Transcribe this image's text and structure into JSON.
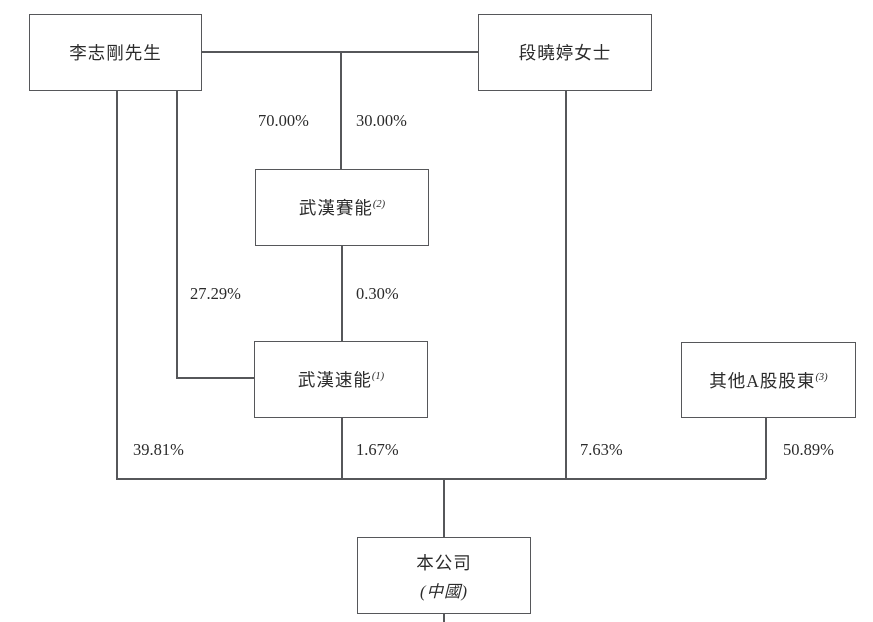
{
  "diagram": {
    "type": "shareholding-structure",
    "nodes": {
      "li": {
        "label": "李志剛先生"
      },
      "duan": {
        "label": "段曉婷女士"
      },
      "saineng": {
        "label": "武漢賽能",
        "sup": "(2)"
      },
      "suneng": {
        "label": "武漢速能",
        "sup": "(1)"
      },
      "other": {
        "label": "其他A股股東",
        "sup": "(3)"
      },
      "company": {
        "label": "本公司",
        "sublabel": "(中國)"
      }
    },
    "edges": [
      {
        "from": "李志剛先生",
        "to": "武漢賽能",
        "pct": "70.00%"
      },
      {
        "from": "段曉婷女士",
        "to": "武漢賽能",
        "pct": "30.00%"
      },
      {
        "from": "李志剛先生",
        "to": "武漢速能",
        "pct": "27.29%"
      },
      {
        "from": "武漢賽能",
        "to": "武漢速能",
        "pct": "0.30%"
      },
      {
        "from": "李志剛先生",
        "to": "本公司",
        "pct": "39.81%"
      },
      {
        "from": "武漢速能",
        "to": "本公司",
        "pct": "1.67%"
      },
      {
        "from": "段曉婷女士",
        "to": "本公司",
        "pct": "7.63%"
      },
      {
        "from": "其他A股股東",
        "to": "本公司",
        "pct": "50.89%"
      }
    ],
    "colors": {
      "line": "#56575a",
      "text": "#2b2b2b",
      "background": "#ffffff"
    }
  }
}
